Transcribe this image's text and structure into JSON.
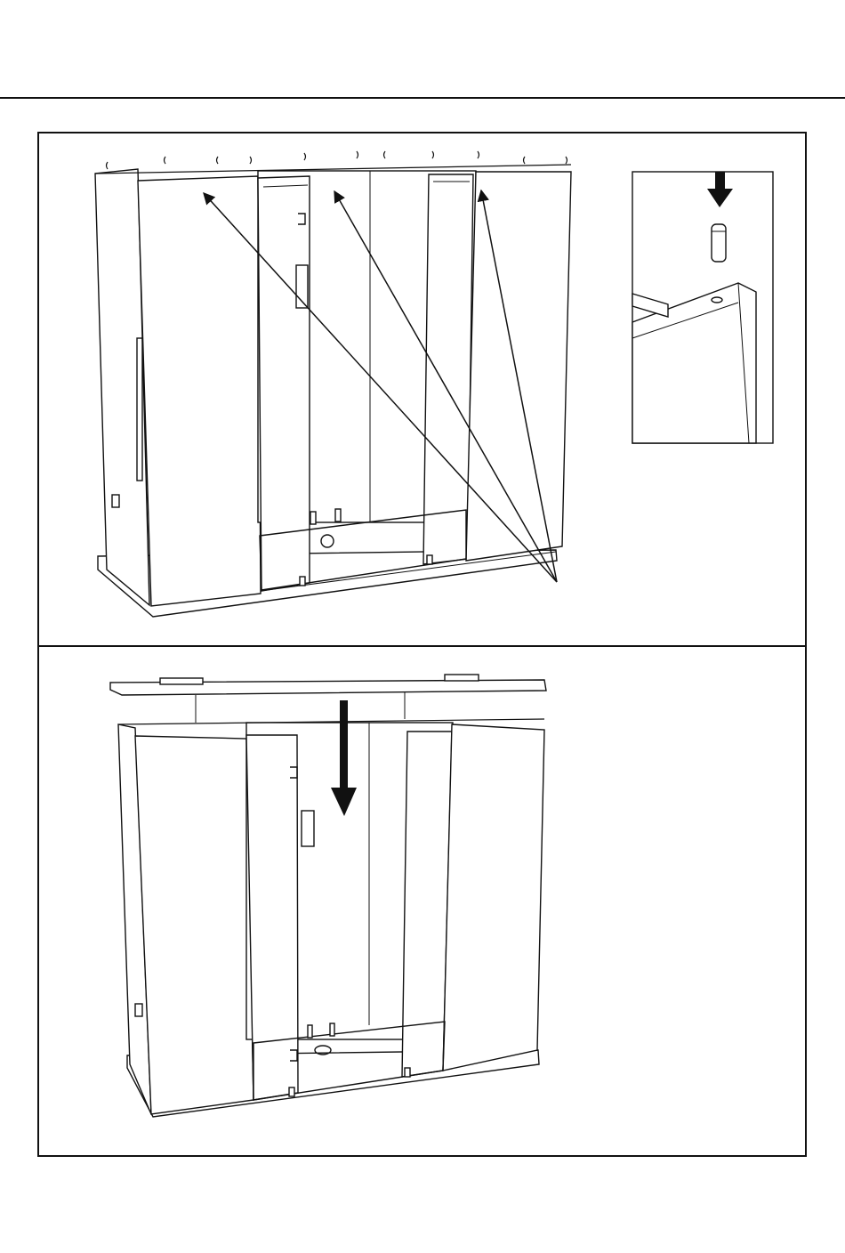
{
  "manual_page": {
    "steps": [
      {
        "id": "step-a",
        "action": "insert-dowels-into-panel-tops",
        "detail_inset": {
          "shows": "dowel-into-hole",
          "arrow": "down-arrow-icon"
        }
      },
      {
        "id": "step-b",
        "action": "lower-top-panel-onto-cabinet",
        "arrow": "down-arrow-icon"
      }
    ],
    "colors": {
      "line": "#111111",
      "panel_fill": "#ffffff",
      "paper": "#ffffff"
    }
  }
}
